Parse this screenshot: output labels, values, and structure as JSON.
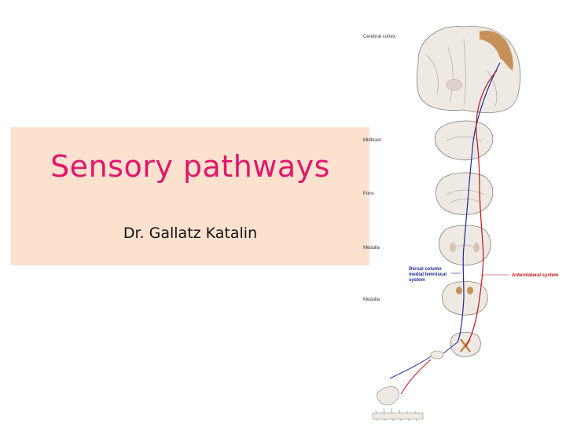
{
  "slide": {
    "title": "Sensory pathways",
    "author": "Dr. Gallatz Katalin"
  },
  "figure": {
    "labels": {
      "cerebral_cortex": "Cerebral cortex",
      "midbrain": "Midbrain",
      "pons": "Pons",
      "medulla_upper": "Medulla",
      "medulla_lower": "Medulla",
      "dorsal_column_1": "Dorsal column",
      "dorsal_column_2": "medial lemniscal",
      "dorsal_column_3": "system",
      "anterolateral": "Anterolateral system"
    },
    "colors": {
      "dorsal_column_pathway": "#1e2b9a",
      "anterolateral_pathway": "#c0141b",
      "tissue": "#efe9e4",
      "cortex_highlight": "#b8732a"
    }
  }
}
